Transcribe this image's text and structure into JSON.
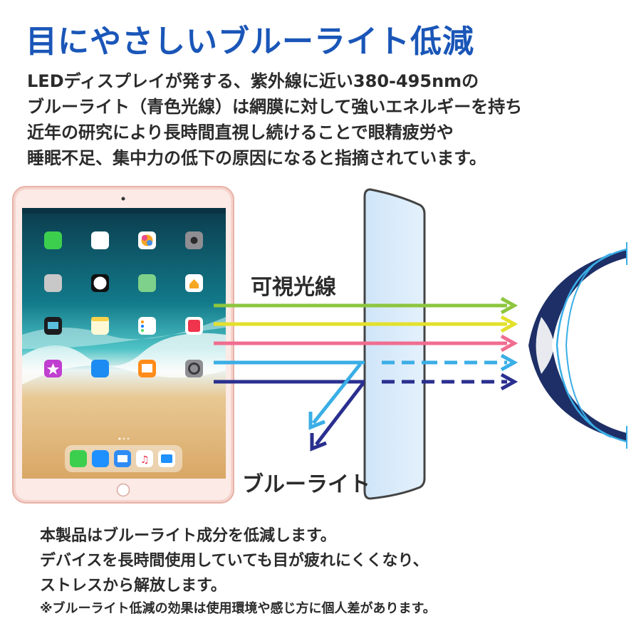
{
  "title": "目にやさしいブルーライト低減",
  "intro_lines": [
    "LEDディスプレイが発する、紫外線に近い380-495nmの",
    "ブルーライト（青色光線）は網膜に対して強いエネルギーを持ち",
    "近年の研究により長時間直視し続けることで眼精疲労や",
    "睡眠不足、集中力の低下の原因になると指摘されています。"
  ],
  "diagram": {
    "visible_light_label": "可視光線",
    "blue_light_label": "ブルーライト",
    "colors": {
      "green": "#8dc63f",
      "yellow": "#e3e02b",
      "pink": "#f06d8f",
      "light_blue": "#3aaee6",
      "navy": "#2a2f8f",
      "filter": "#d6ebfb",
      "tablet_frame": "#f1c5bd"
    }
  },
  "outro_lines": [
    "本製品はブルーライト成分を低減します。",
    "デバイスを長時間使用していても目が疲れにくくなり、",
    "ストレスから解放します。"
  ],
  "note": "※ブルーライト低減の効果は使用環境や感じ方に個人差があります。"
}
